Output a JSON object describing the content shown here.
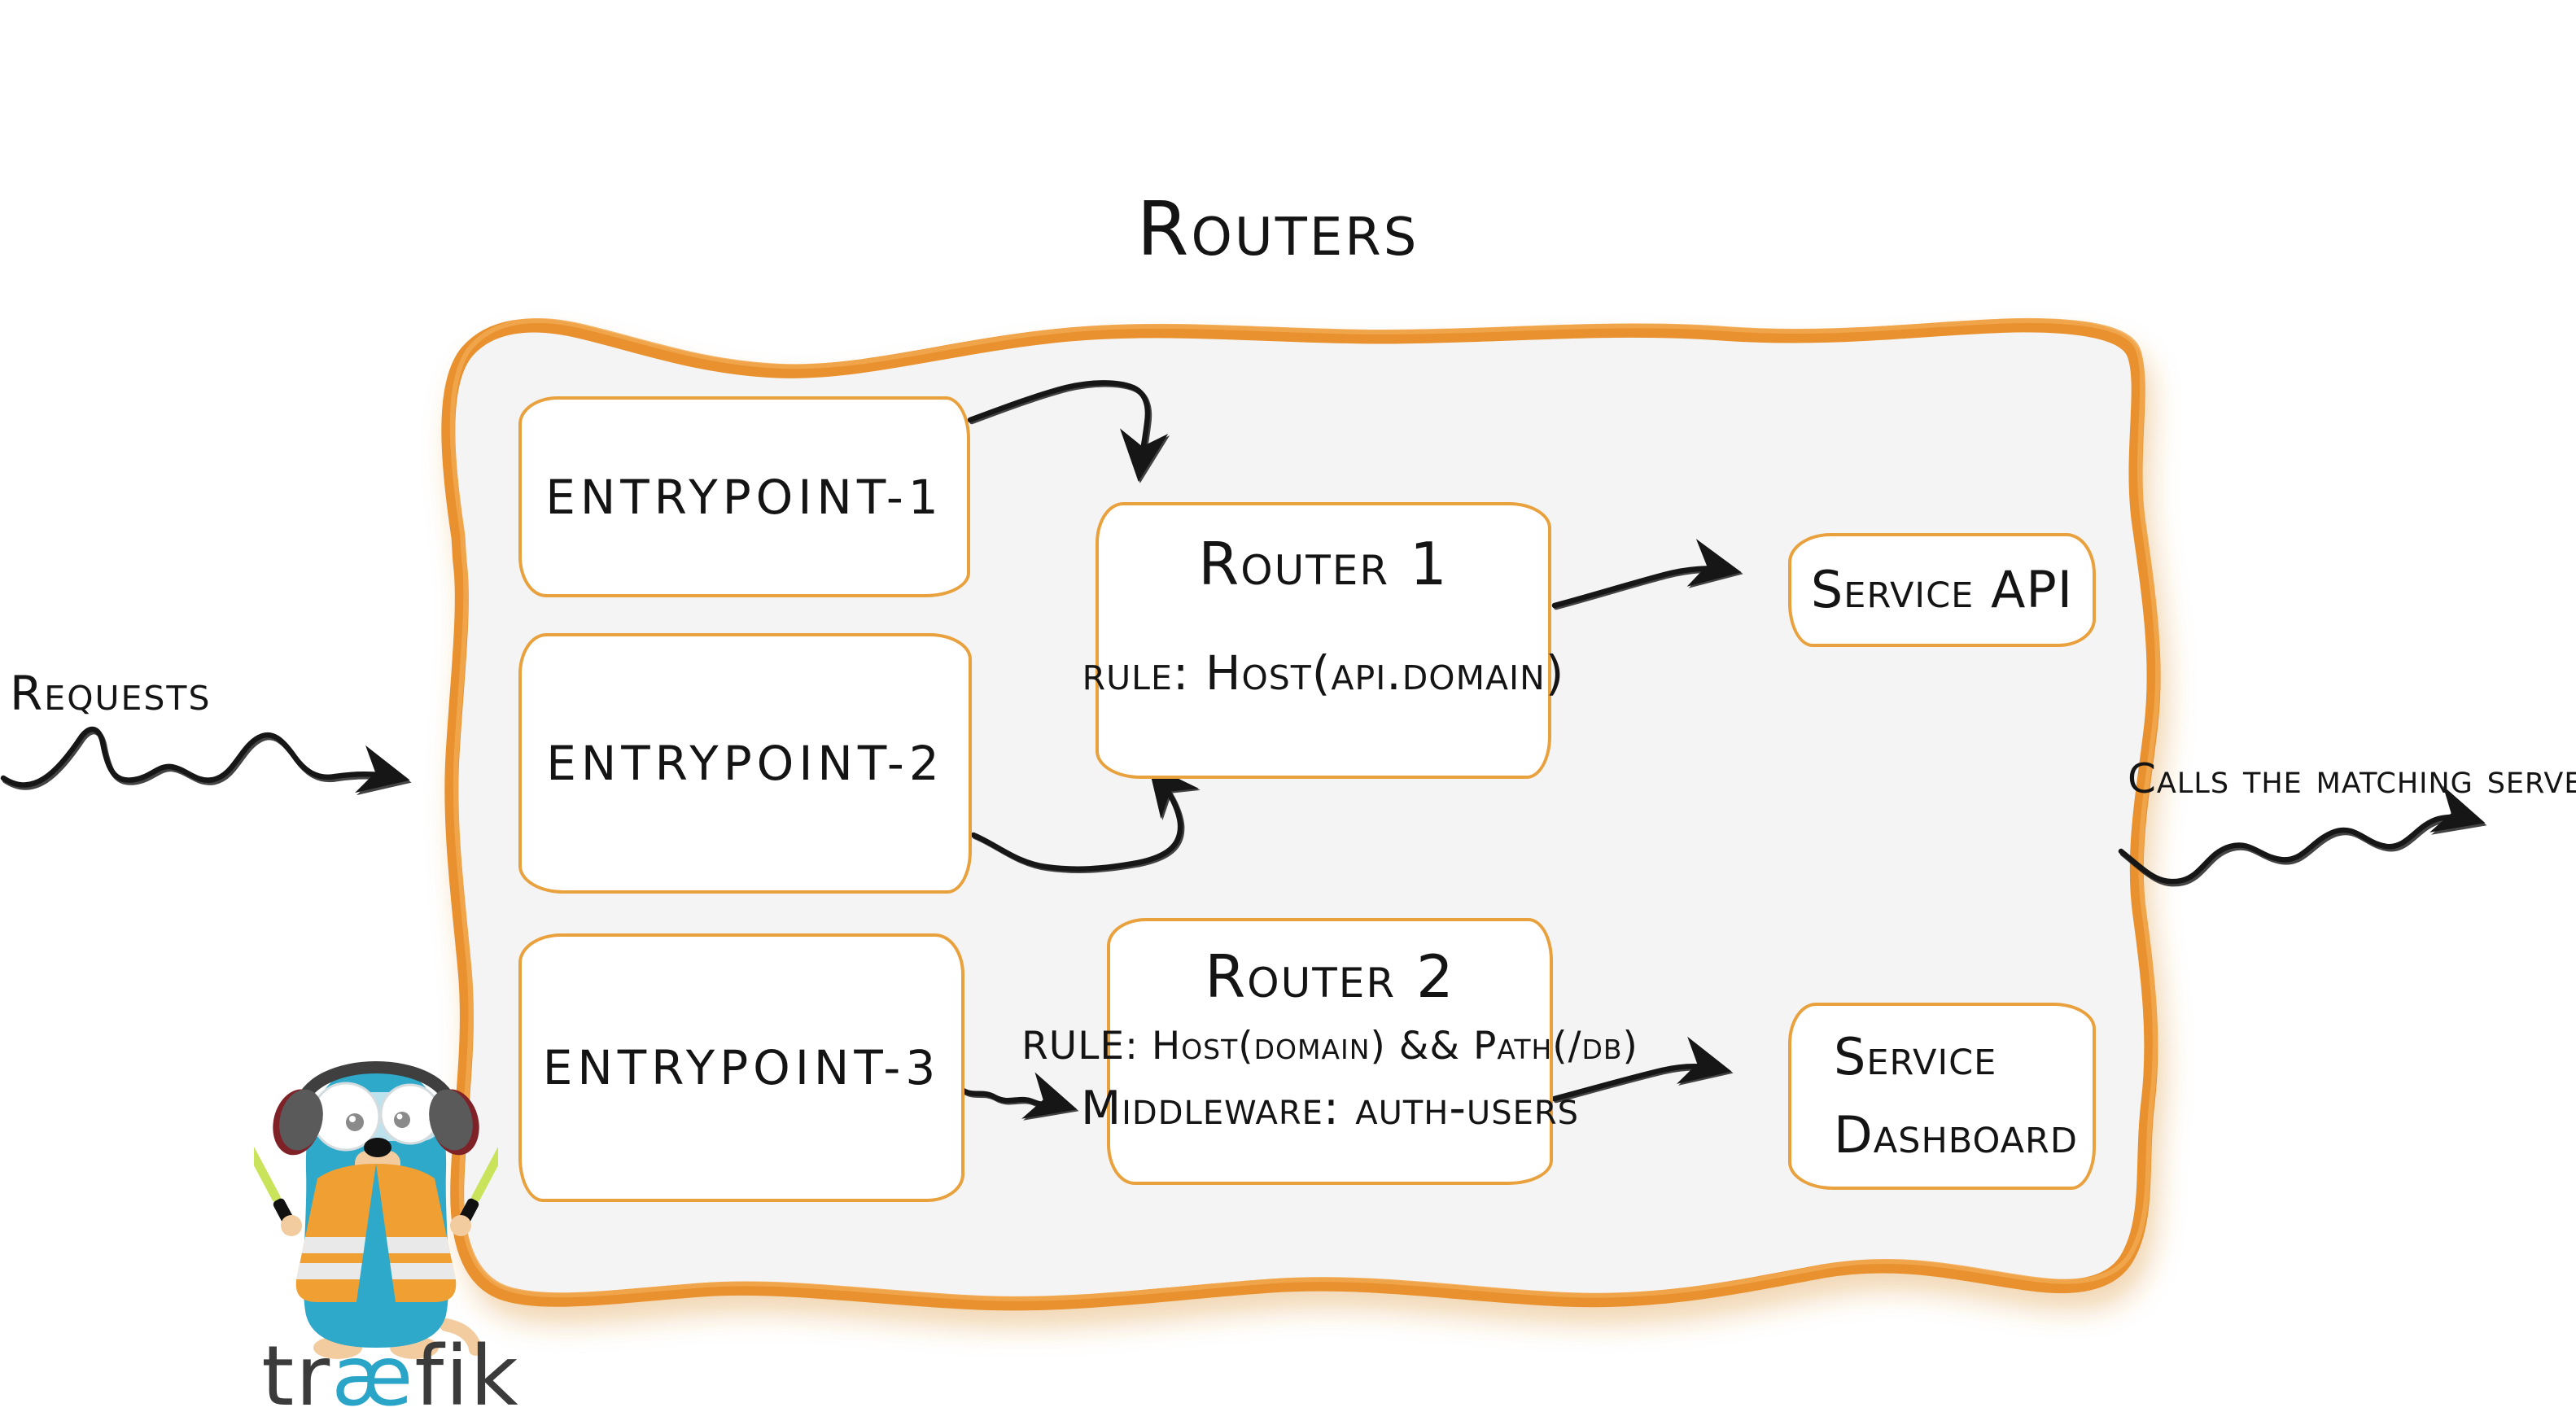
{
  "title": "Routers",
  "labels": {
    "requests": "Requests",
    "calls": "Calls the matching server"
  },
  "entrypoints": [
    {
      "label": "entrypoint-1"
    },
    {
      "label": "entrypoint-2"
    },
    {
      "label": "entrypoint-3"
    }
  ],
  "routers": [
    {
      "title": "Router 1",
      "rule": "rule: Host(api.domain)"
    },
    {
      "title": "Router 2",
      "rule": "RULE: Host(domain) && Path(/db)",
      "middleware": "Middleware: auth-users"
    }
  ],
  "services": [
    {
      "label": "Service API"
    },
    {
      "label": "Service Dashboard"
    }
  ],
  "logo": {
    "part1": "tr",
    "part2": "æ",
    "part3": "fik"
  },
  "colors": {
    "border_orange": "#E8912D",
    "box_border": "#E9A13D",
    "panel_fill": "#F4F4F4",
    "arrow_black": "#161616",
    "traefik_blue": "#2BA5C7",
    "vest_orange": "#F09F33"
  }
}
